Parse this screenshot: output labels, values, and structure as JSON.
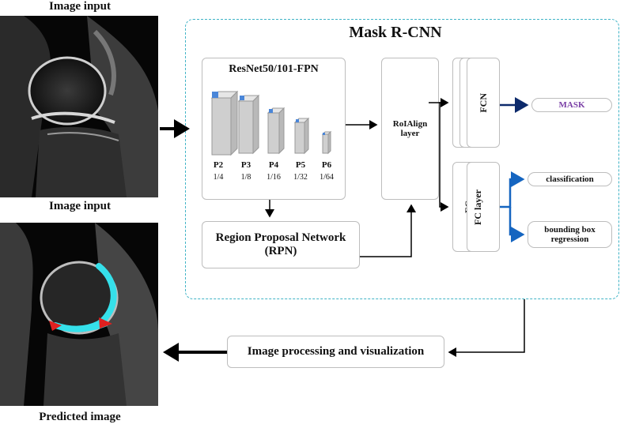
{
  "captions": {
    "input_top": "Image input",
    "input_bottom": "Image input",
    "predicted": "Predicted image"
  },
  "frame_title": "Mask R-CNN",
  "backbone": {
    "title": "ResNet50/101-FPN",
    "levels": [
      {
        "name": "P2",
        "scale": "1/4"
      },
      {
        "name": "P3",
        "scale": "1/8"
      },
      {
        "name": "P4",
        "scale": "1/16"
      },
      {
        "name": "P5",
        "scale": "1/32"
      },
      {
        "name": "P6",
        "scale": "1/64"
      }
    ]
  },
  "rpn": {
    "line1": "Region Proposal Network",
    "line2": "(RPN)"
  },
  "roialign": {
    "line1": "RoIAlign",
    "line2": "layer"
  },
  "fcn_label": "FCN",
  "fc_label_1": "FC",
  "fc_label_2": "FC layer",
  "outputs": {
    "mask": "MASK",
    "classification": "classification",
    "bbox_line1": "bounding box",
    "bbox_line2": "regression"
  },
  "processing": "Image processing and visualization",
  "colors": {
    "frame": "#3fb3c6",
    "mask_text": "#7a3fa6",
    "blue_arrow": "#1565c0",
    "navy_arrow": "#0d2a6b",
    "seg_cyan": "#35e0ea",
    "seg_red": "#e02020",
    "feature_top": "#4a86d8"
  }
}
